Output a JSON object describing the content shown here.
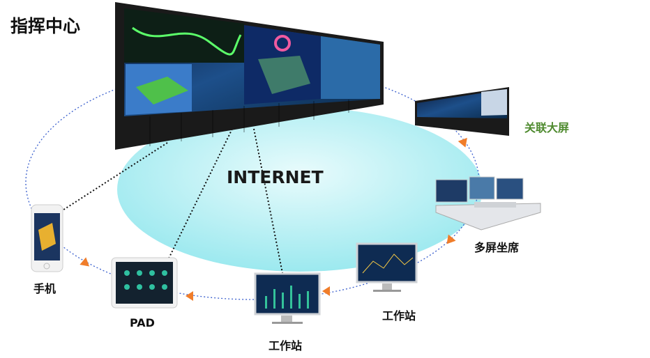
{
  "title": "指挥中心",
  "network_label": "INTERNET",
  "nodes": {
    "linked_screen": "关联大屏",
    "multi_screen_seat": "多屏坐席",
    "workstation_1": "工作站",
    "workstation_2": "工作站",
    "pad": "PAD",
    "phone": "手机"
  },
  "colors": {
    "cloud": "#a6eef2",
    "ring": "#3a5fcd",
    "arrow": "#f07d2a",
    "linked_label": "#4e8a2e"
  }
}
